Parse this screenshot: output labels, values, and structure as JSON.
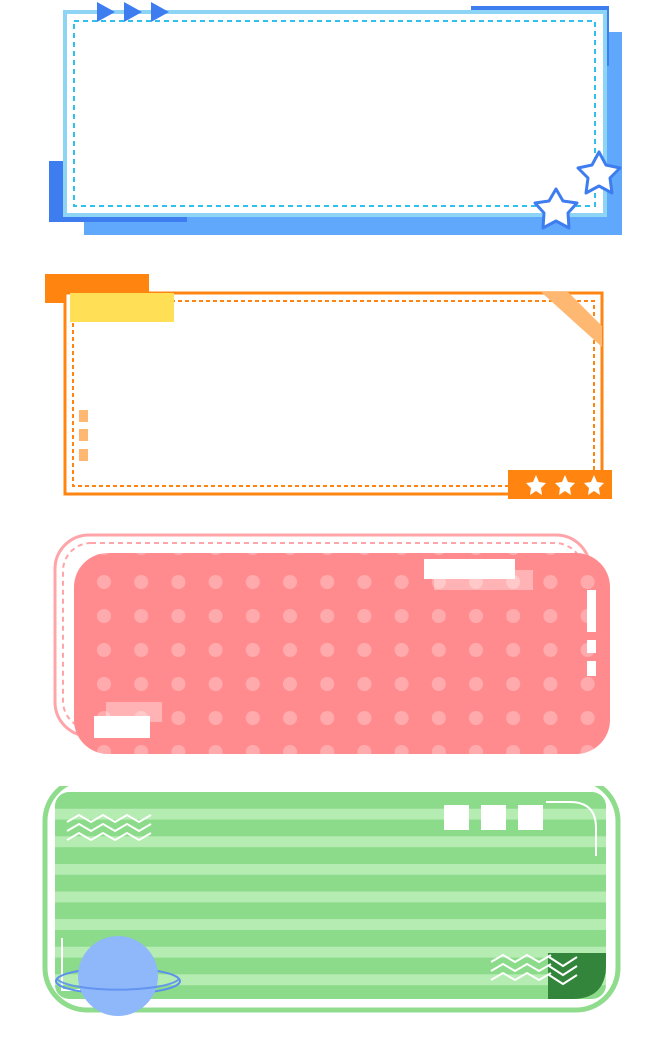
{
  "frames": [
    {
      "id": "blue-frame",
      "style": "double-dashed",
      "colors": {
        "main": "#60a8fb",
        "dark": "#3e7df0",
        "light": "#8dd4f5",
        "dash": "#2fc0ee",
        "star_fill": "#ffffff"
      },
      "decorations": [
        "triangle-arrows-icon",
        "star-icon",
        "star-icon"
      ]
    },
    {
      "id": "orange-frame",
      "style": "dashed-with-tape",
      "colors": {
        "main": "#ff8410",
        "tape_yellow": "#ffdf55",
        "tape_peach": "#ffb872",
        "star_fill": "#ffffff"
      },
      "decorations": [
        "tape-strip",
        "corner-tape",
        "square-dots",
        "star-icon",
        "star-icon",
        "star-icon"
      ]
    },
    {
      "id": "pink-frame",
      "style": "polka-dot-rounded",
      "colors": {
        "main": "#ff8b8e",
        "outline": "#ffa4a8",
        "dot": "#ffffff",
        "accent": "#ffffff"
      },
      "decorations": [
        "polka-dot-pattern",
        "white-bars",
        "vertical-dashes"
      ]
    },
    {
      "id": "green-frame",
      "style": "striped-rounded",
      "colors": {
        "main": "#8bdb8a",
        "stripe": "#b5ecb2",
        "outline": "#8fdc8c",
        "dark": "#32853a",
        "planet": "#8fb8fb",
        "planet_ring": "#5d90ee"
      },
      "decorations": [
        "zigzag-icon",
        "square-blocks",
        "planet-icon",
        "zigzag-icon",
        "chevron-icon"
      ]
    }
  ]
}
